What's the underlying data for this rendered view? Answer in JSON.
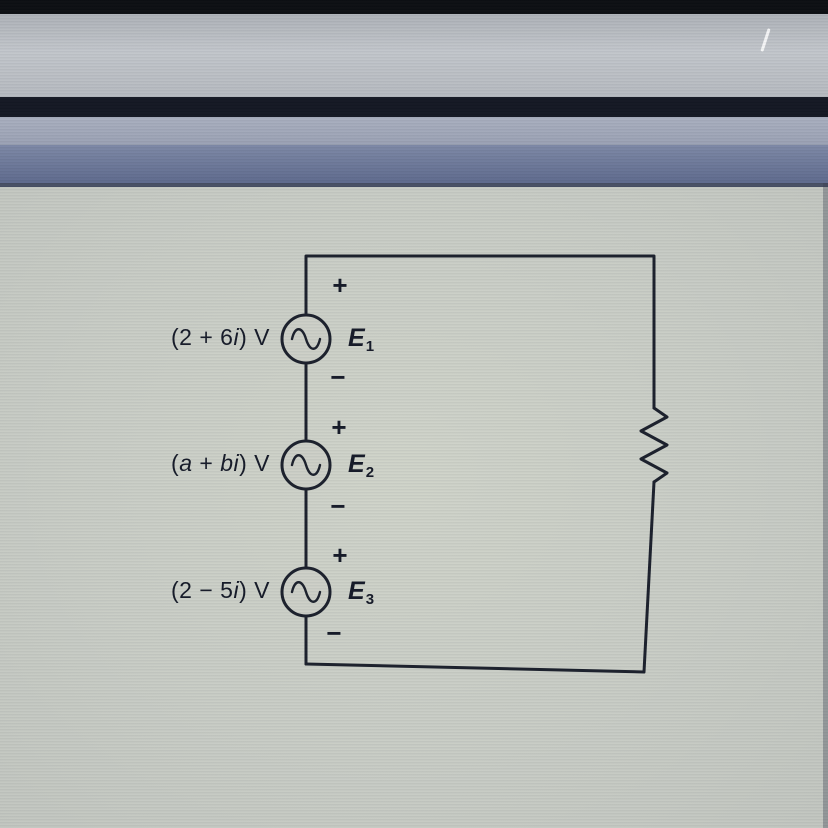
{
  "page": {
    "background_color": "#c9cdc6",
    "wire_color": "#1a1f2b",
    "text_color": "#141927",
    "top_bar_color": "#131722",
    "slate_band_color": "#5e6a8d"
  },
  "circuit": {
    "sources": [
      {
        "id": "E1",
        "value_segments": [
          {
            "t": "(2 + 6"
          },
          {
            "t": "i",
            "italic": true
          },
          {
            "t": ") V"
          }
        ],
        "plus": "+",
        "minus": "−",
        "label_base": "E",
        "label_sub": "1"
      },
      {
        "id": "E2",
        "value_segments": [
          {
            "t": "("
          },
          {
            "t": "a",
            "italic": true
          },
          {
            "t": " + "
          },
          {
            "t": "bi",
            "italic": true
          },
          {
            "t": ") V"
          }
        ],
        "plus": "+",
        "minus": "−",
        "label_base": "E",
        "label_sub": "2"
      },
      {
        "id": "E3",
        "value_segments": [
          {
            "t": "(2 − 5"
          },
          {
            "t": "i",
            "italic": true
          },
          {
            "t": ") V"
          }
        ],
        "plus": "+",
        "minus": "−",
        "label_base": "E",
        "label_sub": "3"
      }
    ],
    "components": {
      "resistor": "resistor",
      "source_type": "ac-voltage-source"
    }
  }
}
